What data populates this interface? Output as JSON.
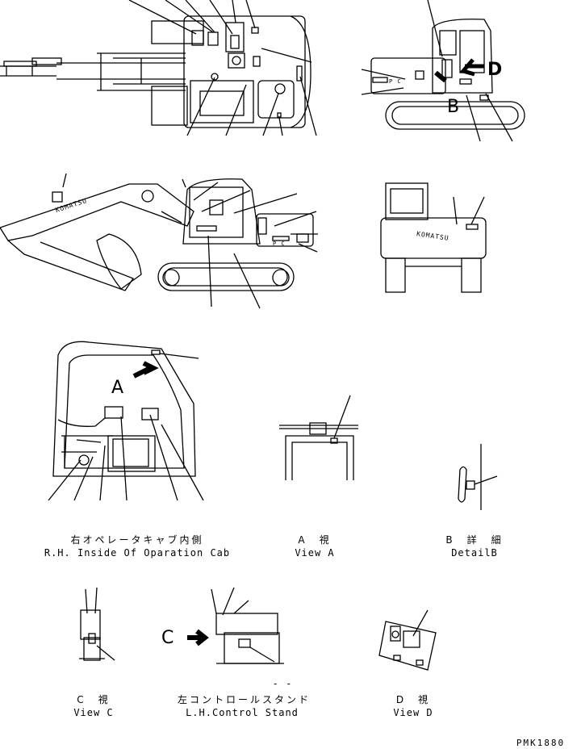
{
  "callouts": {
    "view_letter_d": "D",
    "detail_letter_b": "B",
    "view_letter_a": "A",
    "view_letter_c": "C",
    "brand_side": "KOMATSU",
    "brand_rear": "KOMATSU",
    "pc_text_1": "P C",
    "pc_text_2": "P C"
  },
  "captions": {
    "cab_inside_jp": "右オペレータキャブ内側",
    "cab_inside_en": "R.H. Inside Of Oparation Cab",
    "view_a_jp": "A　視",
    "view_a_en": "View A",
    "detail_b_jp": "B　詳　細",
    "detail_b_en": "DetailB",
    "view_c_jp": "C　視",
    "view_c_en": "View C",
    "control_stand_jp": "左コントロールスタンド",
    "control_stand_en": "L.H.Control Stand",
    "view_d_jp": "D　視",
    "view_d_en": "View D",
    "dash_mark": "- -"
  },
  "drawing_code": "PMK1880"
}
